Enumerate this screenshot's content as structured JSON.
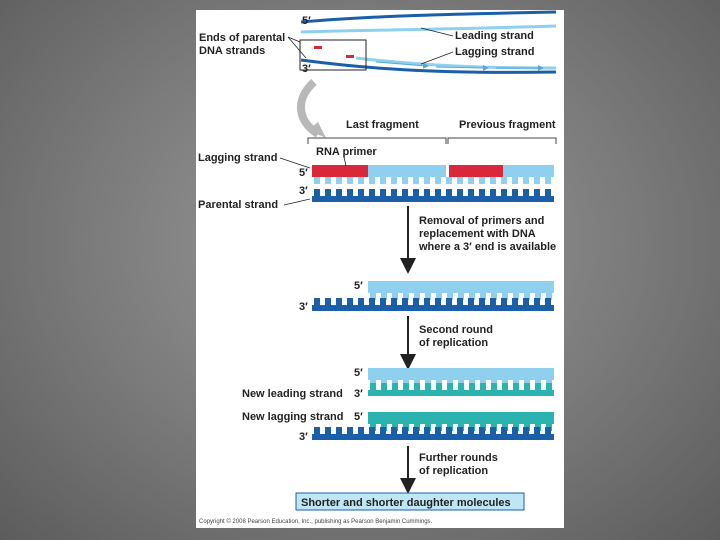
{
  "labels": {
    "ends_parental_line1": "Ends of parental",
    "ends_parental_line2": "DNA strands",
    "leading_strand": "Leading strand",
    "lagging_strand_top": "Lagging strand",
    "five_prime": "5′",
    "three_prime": "3′",
    "last_fragment": "Last fragment",
    "previous_fragment": "Previous fragment",
    "rna_primer": "RNA primer",
    "lagging_strand": "Lagging strand",
    "parental_strand": "Parental strand",
    "removal_line1": "Removal of primers and",
    "removal_line2": "replacement with DNA",
    "removal_line3": "where a 3′ end is available",
    "second_round_line1": "Second round",
    "second_round_line2": "of replication",
    "new_leading_strand": "New leading strand",
    "new_lagging_strand": "New lagging strand",
    "further_rounds_line1": "Further rounds",
    "further_rounds_line2": "of replication",
    "conclusion": "Shorter and shorter daughter molecules",
    "copyright": "Copyright © 2008 Pearson Education, Inc., publishing as Pearson Benjamin Cummings."
  },
  "colors": {
    "parental_dark_blue": "#1a5fa8",
    "light_blue": "#8fd0ee",
    "rna_primer_red": "#d8283a",
    "teal": "#2bb3b0",
    "conclusion_box": "#bfe6f5"
  }
}
